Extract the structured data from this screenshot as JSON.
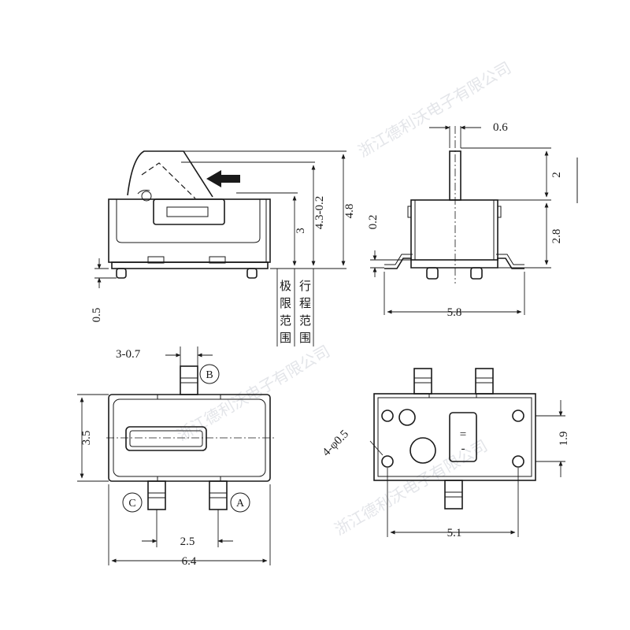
{
  "watermark": "浙江德利沃电子有限公司",
  "side_view": {
    "dim_stroke": "4.3-0.2",
    "dim_total_height": "4.8",
    "dim_body_height": "3",
    "dim_limit": "0.5",
    "label_limit_range": [
      "极",
      "限",
      "范",
      "围"
    ],
    "label_stroke_range": [
      "行",
      "程",
      "范",
      "围"
    ]
  },
  "front_view": {
    "dim_actuator_width": "0.6",
    "dim_actuator_height": "2",
    "dim_gap": "0.2",
    "dim_body_height": "2.8",
    "dim_total_width": "5.8"
  },
  "top_view": {
    "dim_terminal_width": "3-0.7",
    "dim_body_height": "3.5",
    "dim_pitch": "2.5",
    "dim_body_width": "6.4",
    "pin_b": "B",
    "pin_c": "C",
    "pin_a": "A"
  },
  "bottom_view": {
    "dim_hole": "4-φ0.5",
    "dim_height": "1.9",
    "dim_width": "5.1",
    "marking_top": "=",
    "marking_bottom": "-"
  }
}
